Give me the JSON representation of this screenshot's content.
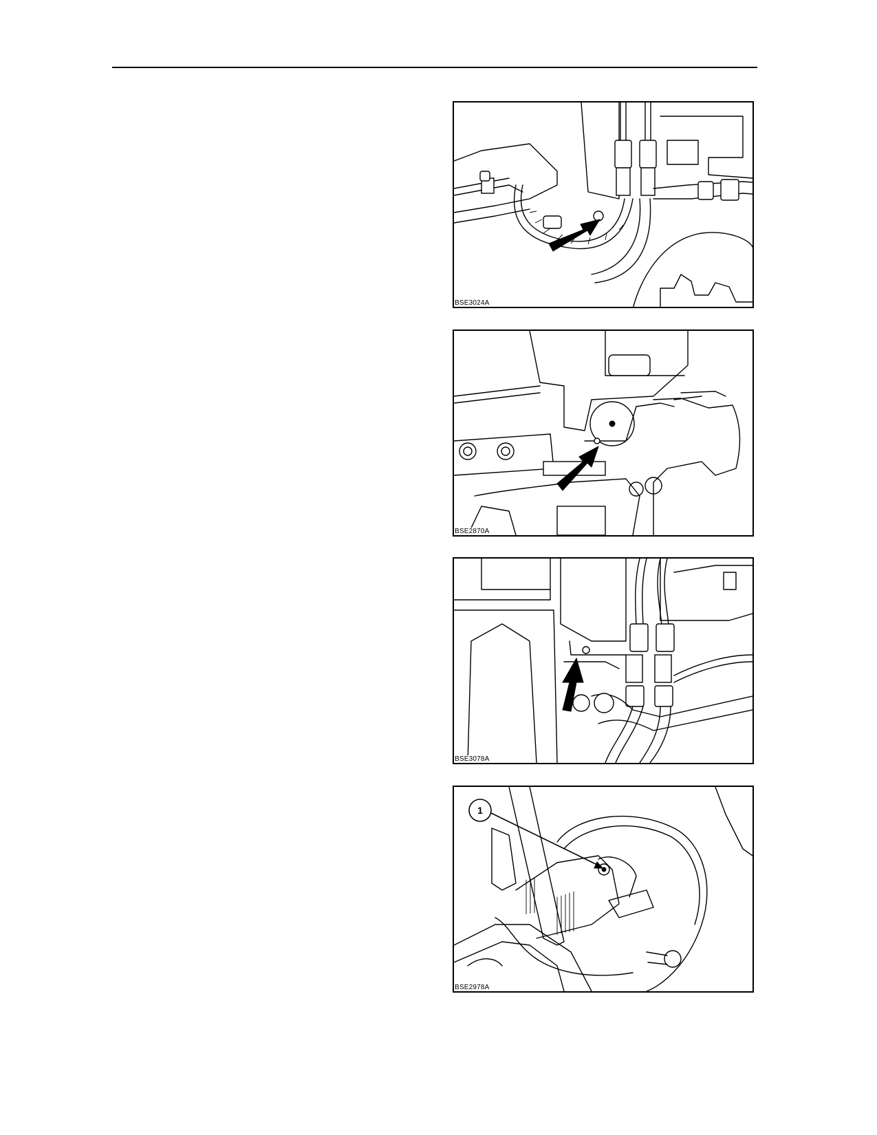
{
  "figures": [
    {
      "code": "BSE3024A",
      "arrow": "black-arrow",
      "description": ""
    },
    {
      "code": "BSE2870A",
      "arrow": "black-arrow",
      "description": ""
    },
    {
      "code": "BSE3078A",
      "arrow": "black-arrow",
      "description": ""
    },
    {
      "code": "BSE2978A",
      "arrow": "callout",
      "callout_number": "1",
      "description": ""
    }
  ]
}
